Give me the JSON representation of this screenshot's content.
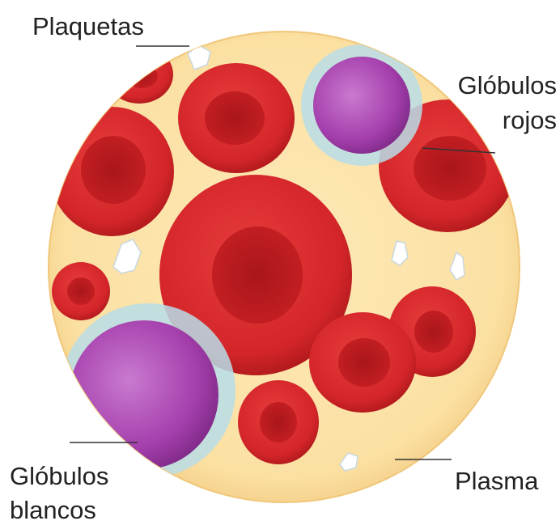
{
  "labels": {
    "platelets": "Plaquetas",
    "red_cells_line1": "Glóbulos",
    "red_cells_line2": "rojos",
    "white_cells_line1": "Glóbulos",
    "white_cells_line2": "blancos",
    "plasma": "Plasma"
  },
  "colors": {
    "plasma": "#fbe3a8",
    "plasma_edge": "#f5cf86",
    "red_cell": "#d82a2a",
    "red_cell_center": "#b01b1b",
    "white_cell": "#a33ba9",
    "white_cell_halo": "#b9dfe8",
    "platelet": "#ffffff"
  }
}
